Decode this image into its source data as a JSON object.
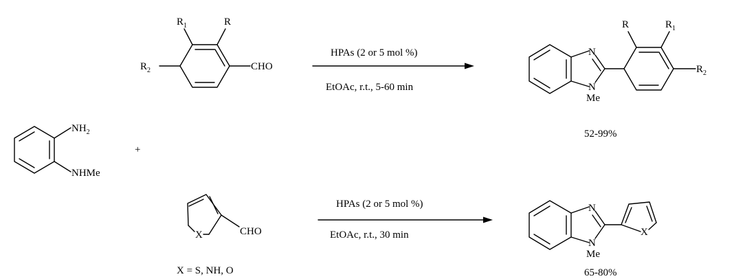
{
  "reactant_amine": {
    "nh2_label": "NH",
    "nh2_sub": "2",
    "nhme_label": "NHMe"
  },
  "plus_sign": "+",
  "aldehyde_aryl": {
    "r_label": "R",
    "r1_label": "R",
    "r1_sub": "1",
    "r2_label": "R",
    "r2_sub": "2",
    "cho_label": "CHO"
  },
  "aldehyde_heteroaryl": {
    "x_label": "X",
    "cho_label": "CHO",
    "x_definition": "X = S, NH, O"
  },
  "reaction_top": {
    "reagent": "HPAs (2 or 5 mol %)",
    "conditions": "EtOAc, r.t., 5-60 min"
  },
  "reaction_bottom": {
    "reagent": "HPAs (2 or 5 mol %)",
    "conditions": "EtOAc, r.t., 30 min"
  },
  "product_top": {
    "n_label": "N",
    "n_me_label": "N",
    "me_label": "Me",
    "r_label": "R",
    "r1_label": "R",
    "r1_sub": "1",
    "r2_label": "R",
    "r2_sub": "2",
    "yield": "52-99%"
  },
  "product_bottom": {
    "n_label": "N",
    "n_me_label": "N",
    "me_label": "Me",
    "x_label": "X",
    "yield": "65-80%"
  },
  "colors": {
    "ink": "#000000",
    "background": "#ffffff"
  }
}
